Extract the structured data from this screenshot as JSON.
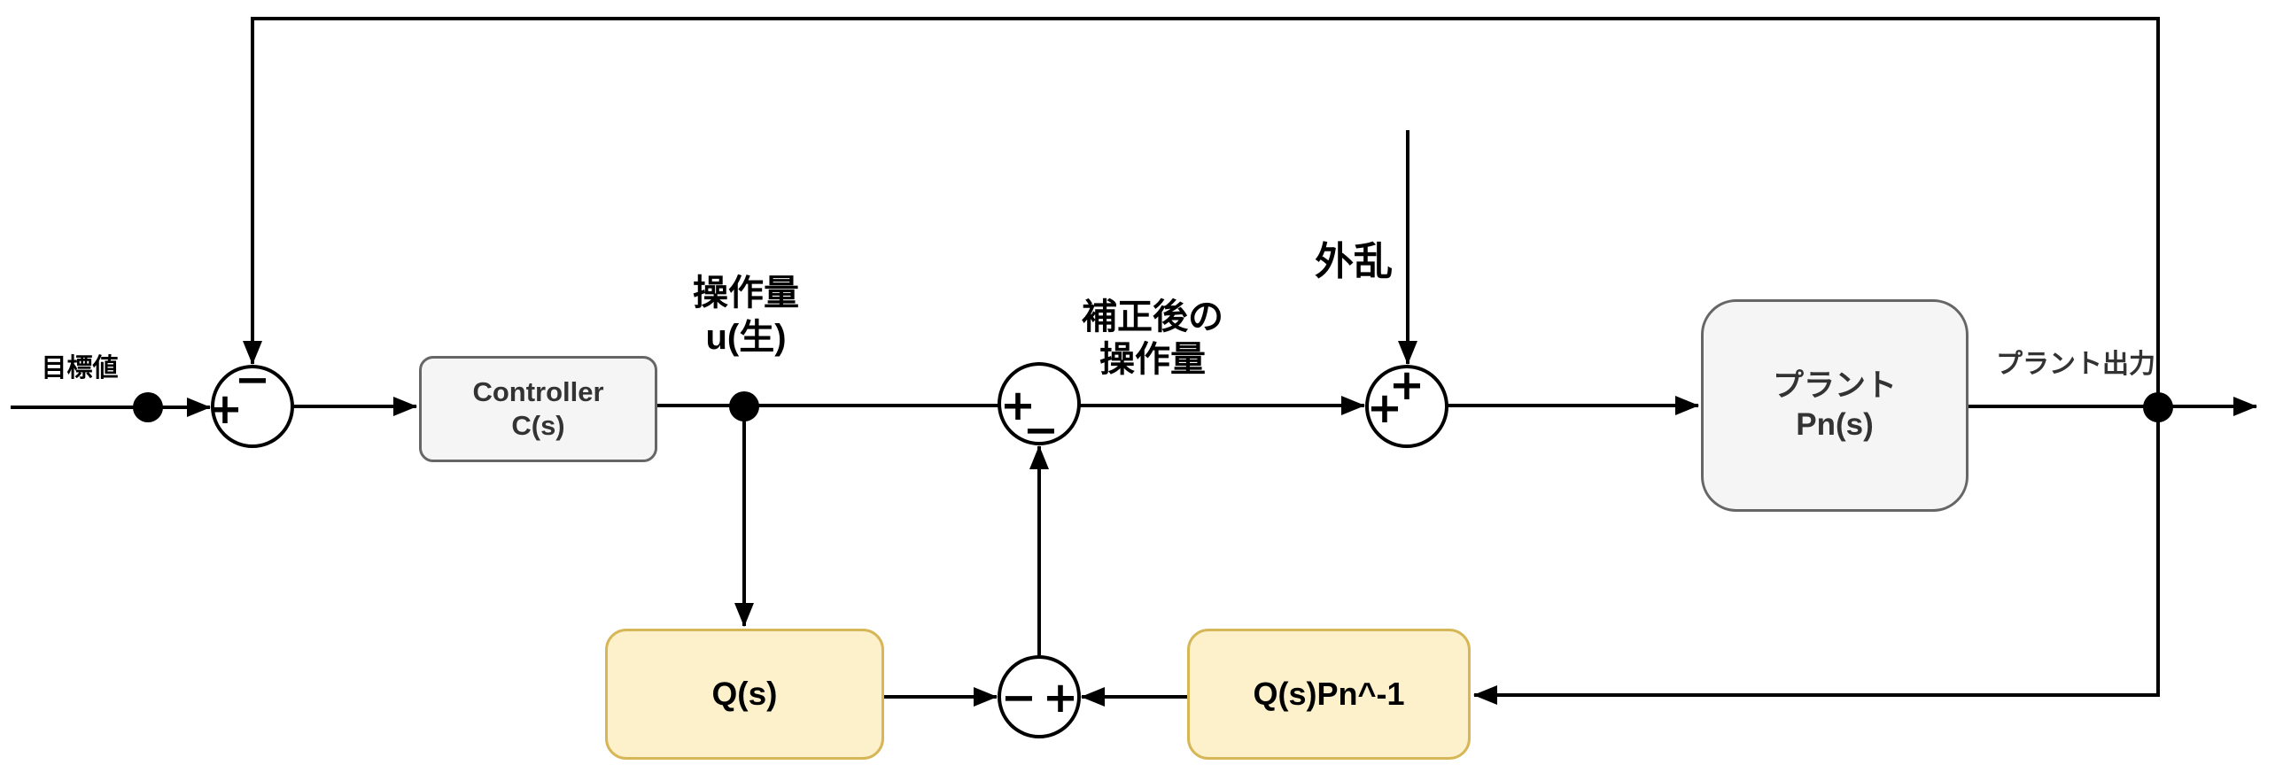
{
  "diagram": {
    "blocks": {
      "controller": {
        "line1": "Controller",
        "line2": "C(s)"
      },
      "plant": {
        "line1": "プラント",
        "line2": "Pn(s)"
      },
      "q_filter": {
        "label": "Q(s)"
      },
      "inverse_plant": {
        "label": "Q(s)Pn^-1"
      }
    },
    "labels": {
      "reference": "目標値",
      "raw_control_line1": "操作量",
      "raw_control_line2": "u(生)",
      "corrected_line1": "補正後の",
      "corrected_line2": "操作量",
      "disturbance": "外乱",
      "plant_output": "プラント出力"
    },
    "junctions": {
      "feedback_sum": {
        "left_sign": "+",
        "top_sign": "−"
      },
      "correction_sum": {
        "left_sign": "+",
        "bottom_sign": "−"
      },
      "disturbance_sum": {
        "left_sign": "+",
        "top_sign": "+"
      },
      "observer_sum": {
        "left_sign": "−",
        "right_sign": "+"
      }
    },
    "colors": {
      "line": "#000000",
      "gray_block_fill": "#f5f5f5",
      "gray_block_border": "#666666",
      "gray_block_text": "#333333",
      "yellow_block_fill": "#fcf1cb",
      "yellow_block_border": "#d6b656",
      "label_text": "#000000"
    }
  }
}
